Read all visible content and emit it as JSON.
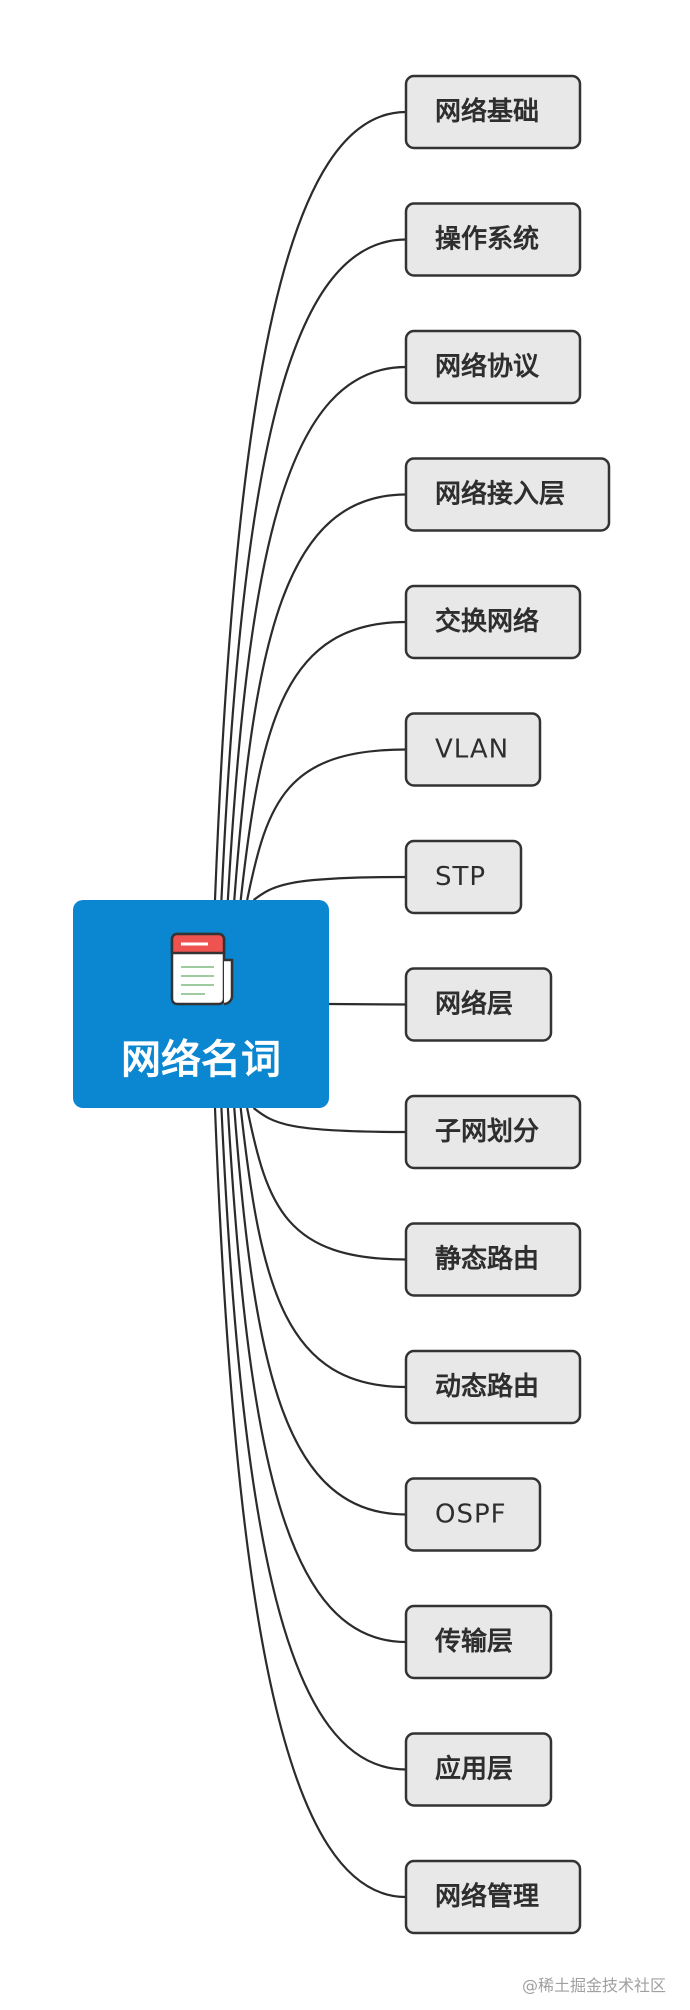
{
  "root": {
    "label": "网络名词",
    "icon": "newspaper-icon"
  },
  "topics": [
    {
      "label": "网络基础"
    },
    {
      "label": "操作系统"
    },
    {
      "label": "网络协议"
    },
    {
      "label": "网络接入层"
    },
    {
      "label": "交换网络"
    },
    {
      "label": "VLAN"
    },
    {
      "label": "STP"
    },
    {
      "label": "网络层"
    },
    {
      "label": "子网划分"
    },
    {
      "label": "静态路由"
    },
    {
      "label": "动态路由"
    },
    {
      "label": "OSPF"
    },
    {
      "label": "传输层"
    },
    {
      "label": "应用层"
    },
    {
      "label": "网络管理"
    }
  ],
  "watermark": "@稀土掘金技术社区",
  "colors": {
    "root": "#0b86d0",
    "node_fill": "#e8e8e8",
    "node_border": "#333333",
    "line": "#2b2b2b"
  }
}
